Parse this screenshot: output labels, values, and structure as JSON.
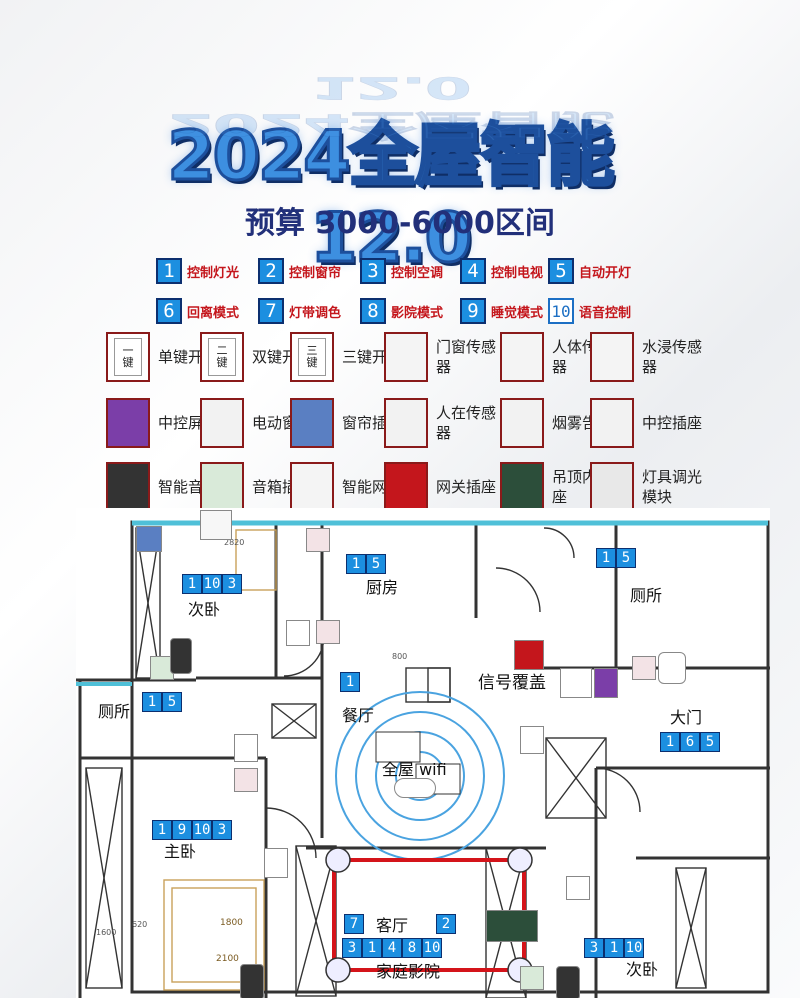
{
  "title": "2024全屋智能12.0",
  "subtitle": "预算 3000-6000区间",
  "features": [
    {
      "n": "1",
      "label": "控制灯光"
    },
    {
      "n": "2",
      "label": "控制窗帘"
    },
    {
      "n": "3",
      "label": "控制空调"
    },
    {
      "n": "4",
      "label": "控制电视"
    },
    {
      "n": "5",
      "label": "自动开灯"
    },
    {
      "n": "6",
      "label": "回离模式"
    },
    {
      "n": "7",
      "label": "灯带调色"
    },
    {
      "n": "8",
      "label": "影院模式"
    },
    {
      "n": "9",
      "label": "睡觉模式"
    },
    {
      "n": "10",
      "label": "语音控制"
    }
  ],
  "devices": [
    {
      "label": "单键开关",
      "pic": "一\n键"
    },
    {
      "label": "双键开关",
      "pic": "二\n键"
    },
    {
      "label": "三键开关",
      "pic": "三\n键"
    },
    {
      "label": "门窗传感器"
    },
    {
      "label": "人体传感器"
    },
    {
      "label": "水浸传感器"
    },
    {
      "label": "中控屏"
    },
    {
      "label": "电动窗帘"
    },
    {
      "label": "窗帘插座"
    },
    {
      "label": "人在传感器"
    },
    {
      "label": "烟雾告警"
    },
    {
      "label": "中控插座"
    },
    {
      "label": "智能音箱"
    },
    {
      "label": "音箱插座"
    },
    {
      "label": "智能网关"
    },
    {
      "label": "网关插座"
    },
    {
      "label": "吊顶内插座"
    },
    {
      "label": "灯具调光模块"
    }
  ],
  "rooms": {
    "second_bedroom_1": "次卧",
    "kitchen": "厨房",
    "toilet_right": "厕所",
    "toilet_left": "厕所",
    "dining": "餐厅",
    "signal": "信号覆盖",
    "door": "大门",
    "wifi": "全屋 wifi",
    "master": "主卧",
    "living": "客厅",
    "theater": "家庭影院",
    "second_bedroom_2": "次卧"
  },
  "tags": {
    "bed2": [
      "1",
      "10",
      "3"
    ],
    "kitchen": [
      "1",
      "5"
    ],
    "toilet_r": [
      "1",
      "5"
    ],
    "toilet_l": [
      "1",
      "5"
    ],
    "dining": [
      "1"
    ],
    "door": [
      "1",
      "6",
      "5"
    ],
    "master": [
      "1",
      "9",
      "10",
      "3"
    ],
    "living_a": [
      "7"
    ],
    "living_b": [
      "2"
    ],
    "living_c": [
      "3",
      "1",
      "4",
      "8",
      "10"
    ],
    "bed2b": [
      "3",
      "1",
      "10"
    ]
  },
  "dims": {
    "d2820": "2820",
    "d800": "800",
    "d1600": "1600",
    "d620": "620",
    "d1800": "1800",
    "d2100": "2100"
  },
  "switch_labels": {
    "one": "一\n键",
    "two": "二\n键",
    "three": "三\n键"
  },
  "colors": {
    "accent": "#1c8fe0",
    "red": "#c4161c",
    "wall": "#333333",
    "wifi": "#4aa3e0"
  }
}
